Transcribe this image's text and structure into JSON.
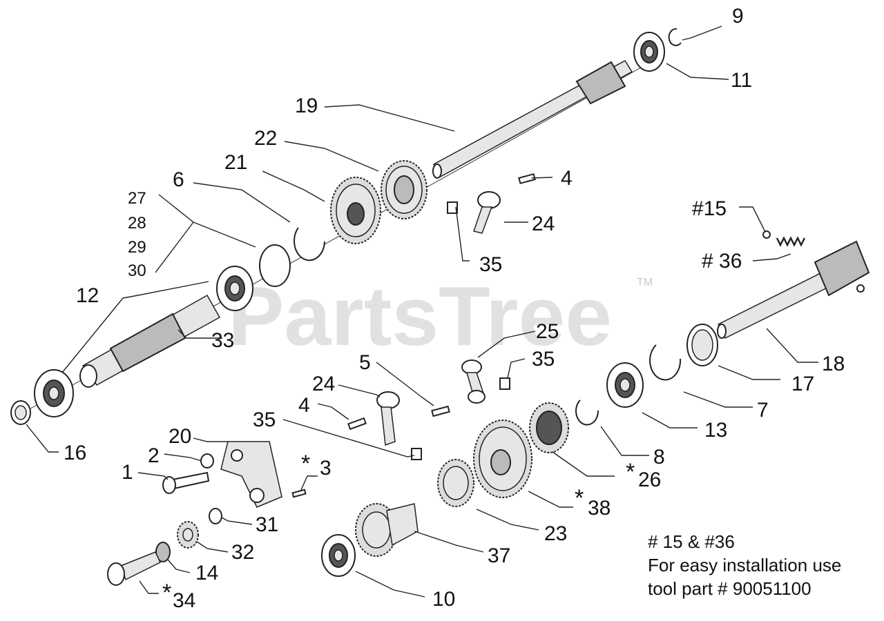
{
  "watermark": {
    "text": "PartsTree",
    "tm": "TM"
  },
  "callouts": {
    "p1": "1",
    "p2": "2",
    "p3": "3",
    "p4a": "4",
    "p4b": "4",
    "p5": "5",
    "p6": "6",
    "p7": "7",
    "p8": "8",
    "p9": "9",
    "p10": "10",
    "p11": "11",
    "p12": "12",
    "p13": "13",
    "p14": "14",
    "p15": "#15",
    "p16": "16",
    "p17": "17",
    "p18": "18",
    "p19": "19",
    "p20": "20",
    "p21": "21",
    "p22": "22",
    "p23": "23",
    "p24a": "24",
    "p24b": "24",
    "p25": "25",
    "p26": "26",
    "p27": "27",
    "p28": "28",
    "p29": "29",
    "p30": "30",
    "p31": "31",
    "p32": "32",
    "p33": "33",
    "p34": "34",
    "p35a": "35",
    "p35b": "35",
    "p35c": "35",
    "p36": "# 36",
    "p37": "37",
    "p38": "38",
    "star": "*"
  },
  "note": {
    "line1": "# 15 & #36",
    "line2": "For easy installation use",
    "line3": "tool part # 90051100"
  }
}
